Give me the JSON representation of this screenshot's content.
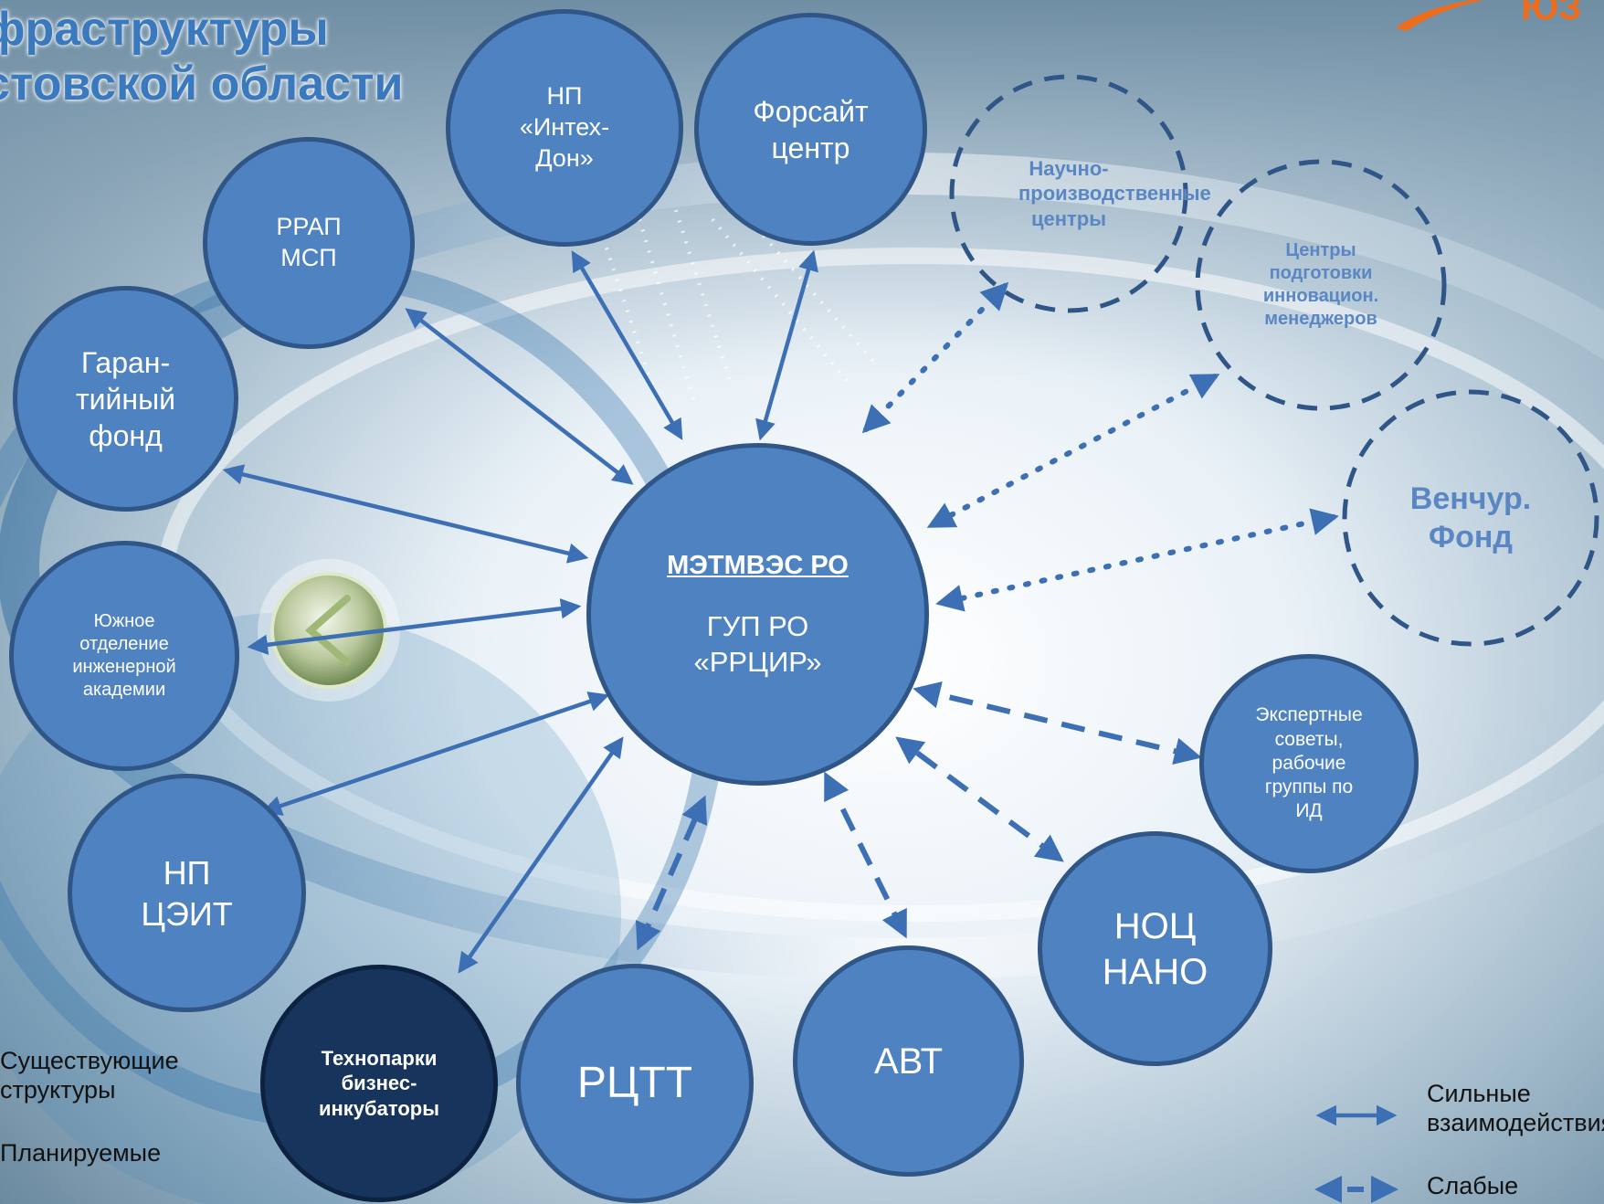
{
  "header": {
    "title_line1": "фраструктуры",
    "title_line2": "стовской области",
    "corner_text": "ЮЗ"
  },
  "center": {
    "title": "МЭТМВЭС РО",
    "subtitle": "ГУП РО «РРЦИР»"
  },
  "nodes": {
    "rrap": "РРАП МСП",
    "np_intekh": "НП «Интех-Дон»",
    "forsait": "Форсайт центр",
    "garant": "Гаран-тийный фонд",
    "yuzhnoe": "Южное отделение инженерной академии",
    "np_tseit": "НП ЦЭИТ",
    "tekhnopark": "Технопарки бизнес-инкубаторы",
    "rctt": "РЦТТ",
    "avt": "АВТ",
    "noc": "НОЦ НАНО",
    "ekspert": "Экспертные советы, рабочие группы по ИД",
    "nauchno": "Научно-производственные центры",
    "centry": "Центры подготовки инновацион. менеджеров",
    "venchur": "Венчур. Фонд"
  },
  "legend": {
    "existing": "Существующие структуры",
    "planned": "Планируемые",
    "strong": "Сильные взаимодействия",
    "weak": "Слабые"
  },
  "colors": {
    "node_fill": "#4f82c0",
    "node_border": "#2f5687",
    "dark_node": "#17355c",
    "dashed_node": "#2f5687",
    "arrow": "#3d6fb4",
    "title": "#3a79bd",
    "logo": "#ef6c1b"
  }
}
